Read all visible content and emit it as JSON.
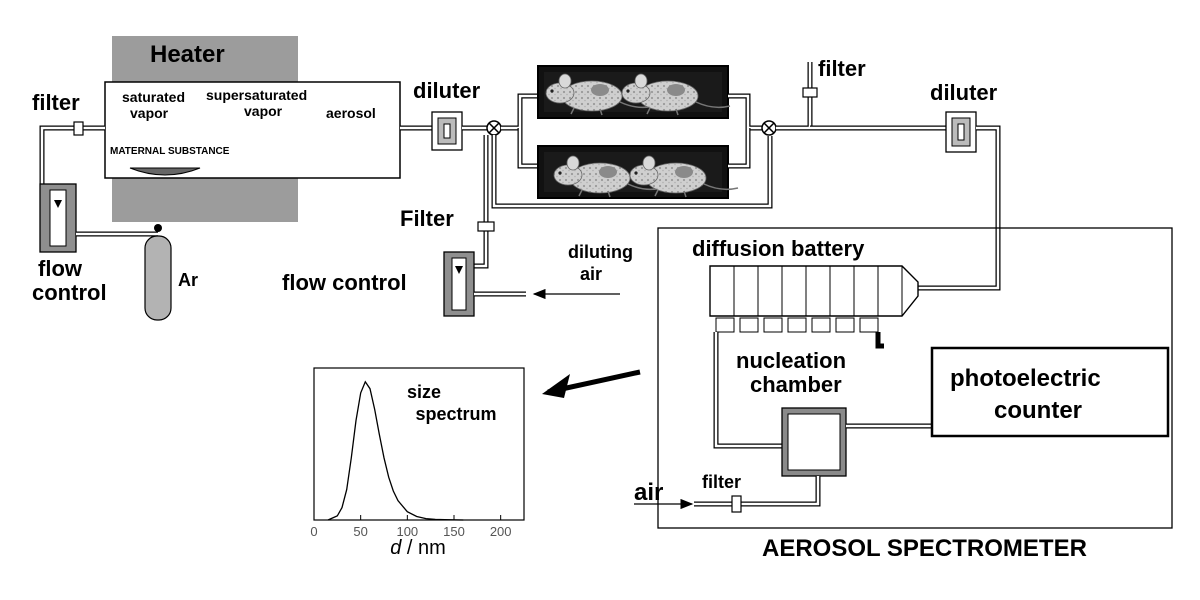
{
  "labels": {
    "heater": "Heater",
    "filter_left": "filter",
    "saturated_vapor_1": "saturated",
    "saturated_vapor_2": "vapor",
    "supersaturated_vapor_1": "supersaturated",
    "supersaturated_vapor_2": "vapor",
    "aerosol": "aerosol",
    "maternal_substance": "MATERNAL SUBSTANCE",
    "flow_control_left_1": "flow",
    "flow_control_left_2": "control",
    "ar": "Ar",
    "diluter_left": "diluter",
    "filter_top": "filter",
    "diluter_right": "diluter",
    "filter_mid": "Filter",
    "flow_control_mid": "flow control",
    "diluting_air_1": "diluting",
    "diluting_air_2": "air",
    "diffusion_battery": "diffusion battery",
    "nucleation_chamber_1": "nucleation",
    "nucleation_chamber_2": "chamber",
    "photoelectric_counter_1": "photoelectric",
    "photoelectric_counter_2": "counter",
    "air": "air",
    "filter_bottom": "filter",
    "aerosol_spectrometer": "AEROSOL SPECTROMETER"
  },
  "chart_data": {
    "type": "line",
    "title": "size spectrum",
    "title_lines": [
      "size",
      "spectrum"
    ],
    "xlabel_symbol": "d",
    "xlabel_unit": " / nm",
    "xlim": [
      0,
      225
    ],
    "ylim": [
      0,
      1.1
    ],
    "xticks": [
      "0",
      "50",
      "100",
      "150",
      "200"
    ],
    "xtick_values": [
      0,
      50,
      100,
      150,
      200
    ],
    "series": [
      {
        "x": [
          15,
          25,
          30,
          35,
          40,
          45,
          50,
          55,
          60,
          65,
          70,
          75,
          80,
          85,
          90,
          100,
          110,
          120,
          130,
          140,
          160
        ],
        "y": [
          0.0,
          0.03,
          0.09,
          0.22,
          0.45,
          0.72,
          0.92,
          1.0,
          0.95,
          0.8,
          0.62,
          0.45,
          0.31,
          0.21,
          0.14,
          0.06,
          0.025,
          0.01,
          0.004,
          0.002,
          0.0
        ]
      }
    ]
  }
}
